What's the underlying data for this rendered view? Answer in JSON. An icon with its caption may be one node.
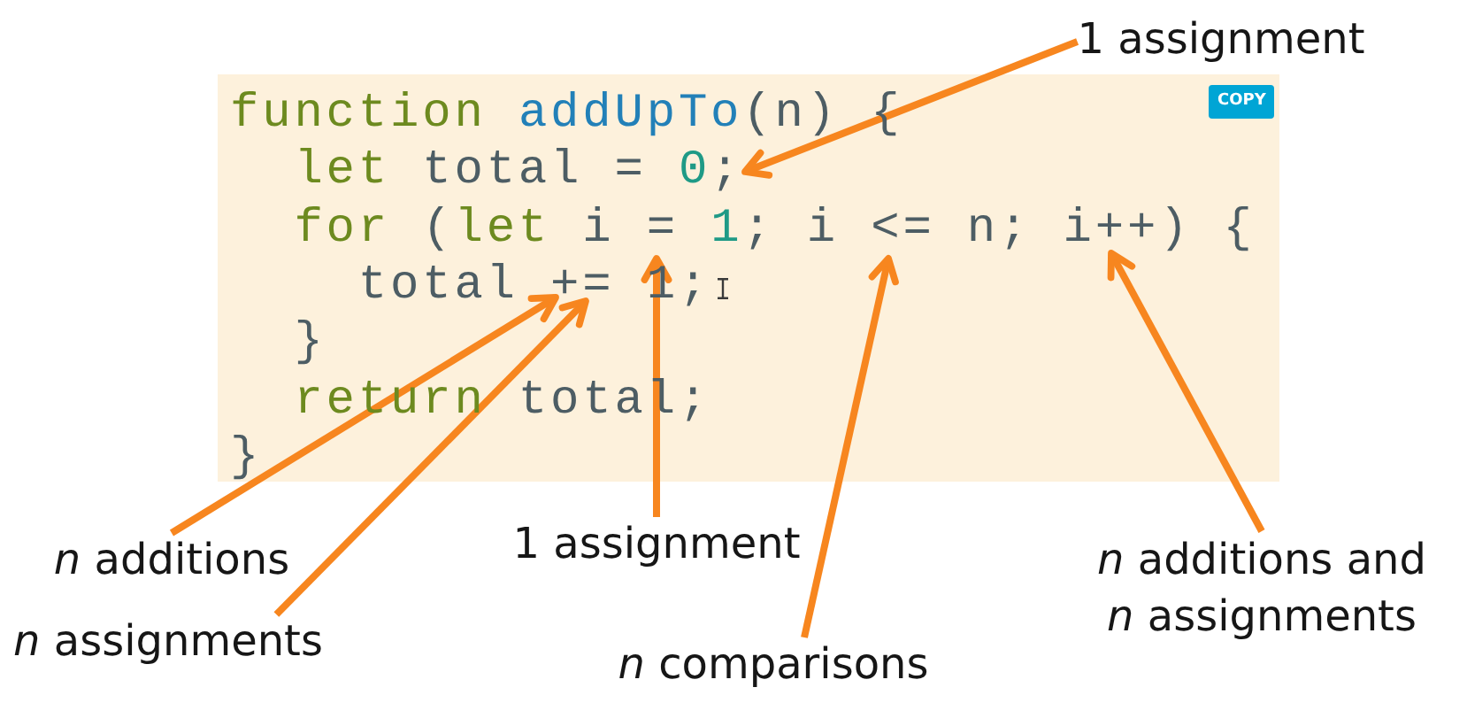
{
  "diagram": {
    "nodes": [
      {
        "text": [
          "1 assignment"
        ]
      },
      {
        "text": [
          "function addUpTo(n) {",
          "let total = 0;",
          "for (let i = 1; i <= n; i++) {",
          "total += 1;",
          "}",
          "return total;",
          "}"
        ]
      },
      {
        "text": [
          "COPY"
        ],
        "in": 1
      },
      {
        "text": [
          "*n* additions"
        ]
      },
      {
        "text": [
          "1 assignment"
        ]
      },
      {
        "text": [
          "*n* additions and *n* assignments"
        ]
      },
      {
        "text": [
          "*n* assignments"
        ]
      },
      {
        "text": [
          "*n* comparisons"
        ]
      }
    ],
    "edges": [
      {
        "from": 0,
        "to": null,
        "arrow": "to"
      },
      {
        "from": 3,
        "to": null,
        "arrow": "to"
      },
      {
        "from": 6,
        "to": null,
        "arrow": "to"
      },
      {
        "from": 4,
        "to": null,
        "arrow": "to"
      },
      {
        "from": 7,
        "to": null,
        "arrow": "to"
      },
      {
        "from": 5,
        "to": null,
        "arrow": "to"
      }
    ]
  }
}
